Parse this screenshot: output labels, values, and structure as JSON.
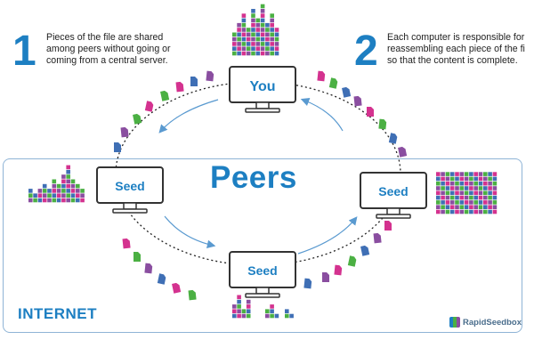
{
  "steps": [
    {
      "number": "1",
      "text": [
        "Pieces of the file are shared",
        "among peers without going or",
        "coming from a central server."
      ]
    },
    {
      "number": "2",
      "text": [
        "Each computer is responsible for",
        "reassembling each piece of the fi",
        "so that the content is complete."
      ]
    }
  ],
  "title": "Peers",
  "internet_label": "INTERNET",
  "brand": "RapidSeedbox",
  "nodes": {
    "you": "You",
    "seed_left": "Seed",
    "seed_right": "Seed",
    "seed_bottom": "Seed"
  },
  "colors": {
    "accent": "#1d7fc2",
    "piece_green": "#4bb043",
    "piece_purple": "#8a4ea0",
    "piece_pink": "#d4328f",
    "piece_blue": "#3f6fb5"
  }
}
